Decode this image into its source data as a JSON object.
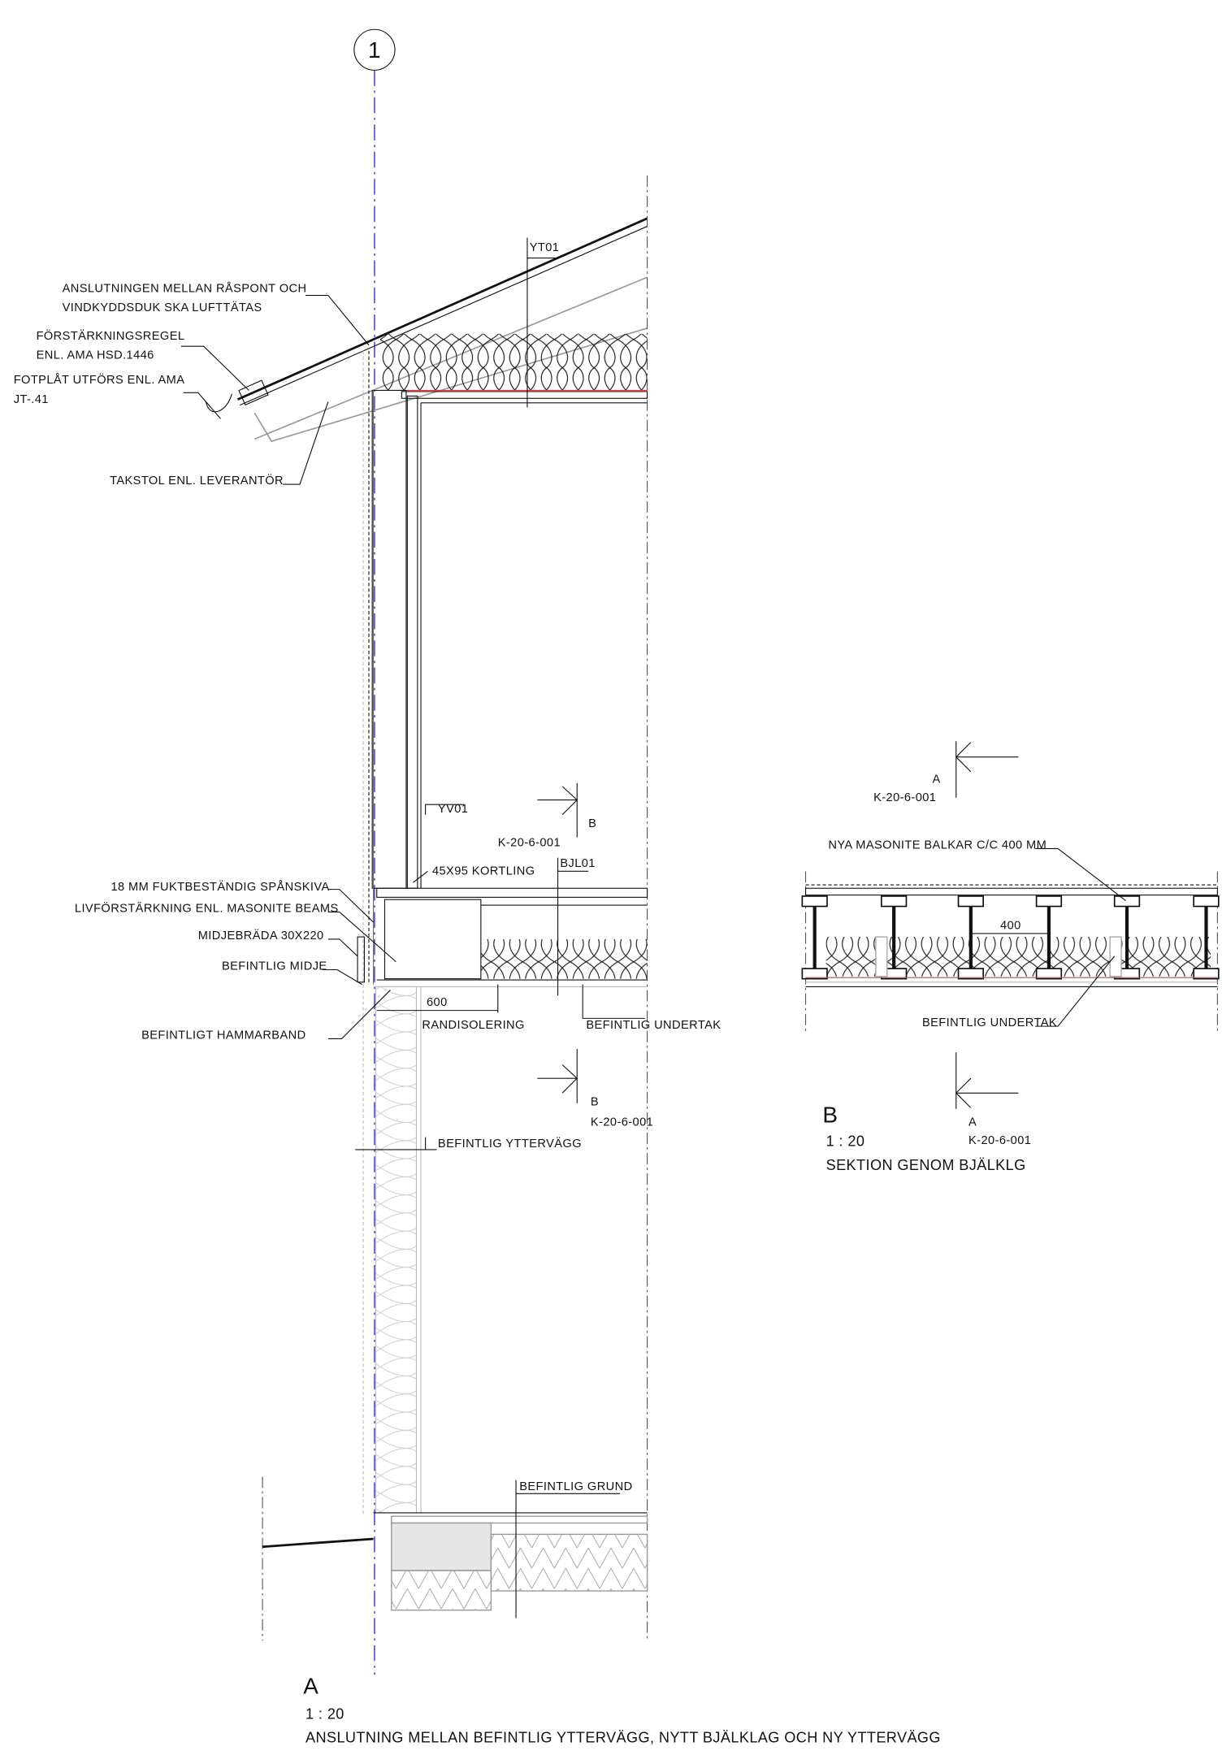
{
  "grid": {
    "label": "1"
  },
  "detail_a": {
    "labels": {
      "yt01": "YT01",
      "anslutning_1": "ANSLUTNINGEN MELLAN RÅSPONT OCH",
      "anslutning_2": "VINDKYDDSDUK SKA LUFTTÄTAS",
      "forstark_1": "FÖRSTÄRKNINGSREGEL",
      "forstark_2": "ENL. AMA HSD.1446",
      "fotplat_1": "FOTPLÅT UTFÖRS ENL. AMA",
      "fotplat_2": "JT-.41",
      "takstol": "TAKSTOL ENL. LEVERANTÖR",
      "yv01": "YV01",
      "kortling": "45X95 KORTLING",
      "bjl01": "BJL01",
      "spanskiva": "18 MM FUKTBESTÄNDIG SPÅNSKIVA",
      "livforstark": "LIVFÖRSTÄRKNING ENL. MASONITE BEAMS",
      "midjebrada": "MIDJEBRÄDA 30X220",
      "befintlig_midje": "BEFINTLIG MIDJE",
      "dim_600": "600",
      "randisolering": "RANDISOLERING",
      "befintlig_undertak": "BEFINTLIG UNDERTAK",
      "hammarband": "BEFINTLIGT HAMMARBAND",
      "yttervagg": "BEFINTLIG YTTERVÄGG",
      "grund": "BEFINTLIG GRUND"
    },
    "section_marks": [
      {
        "letter": "B",
        "ref": "K-20-6-001"
      },
      {
        "letter": "B",
        "ref": "K-20-6-001"
      }
    ],
    "title": {
      "letter": "A",
      "scale": "1 : 20",
      "name": "ANSLUTNING MELLAN BEFINTLIG YTTERVÄGG, NYTT BJÄLKLAG OCH NY YTTERVÄGG"
    }
  },
  "detail_b": {
    "labels": {
      "balkar": "NYA MASONITE BALKAR C/C 400 MM",
      "dim_400": "400",
      "undertak": "BEFINTLIG UNDERTAK"
    },
    "section_marks": [
      {
        "letter": "A",
        "ref": "K-20-6-001"
      },
      {
        "letter": "A",
        "ref": "K-20-6-001"
      }
    ],
    "title": {
      "letter": "B",
      "scale": "1 : 20",
      "name": "SEKTION GENOM BJÄLKLG"
    }
  }
}
